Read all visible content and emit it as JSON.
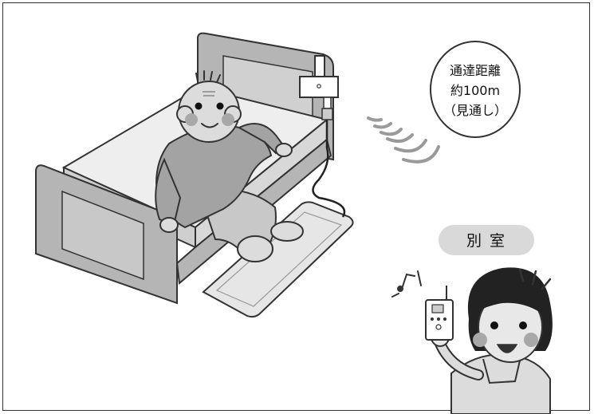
{
  "range_callout": {
    "line1": "通達距離",
    "line2": "約100m",
    "line3": "（見通し）"
  },
  "room_label": "別 室",
  "colors": {
    "bed_gray": "#b5b5b5",
    "light_gray": "#e6e6e6",
    "mid_gray": "#9a9a9a",
    "outline": "#333333",
    "skin": "#dcdcdc",
    "cheek": "#a8a8a8",
    "hair_dark": "#222222"
  }
}
